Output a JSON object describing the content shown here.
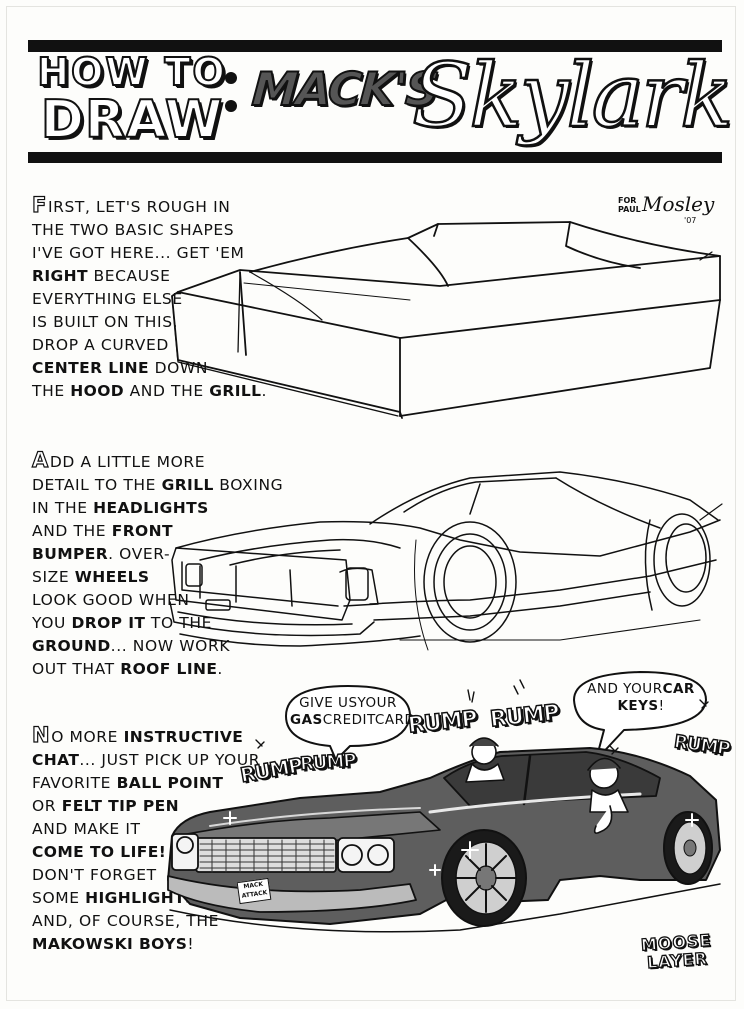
{
  "title": {
    "how_to": "HOW TO",
    "draw": "DRAW",
    "macks": "MACK'S",
    "skylark": "Skylark"
  },
  "signature": {
    "for": "FOR",
    "recipient": "PAUL",
    "name": "Mosley",
    "year": "'07"
  },
  "step1": {
    "dropcap": "F",
    "lines": [
      "IRST, LET'S ROUGH IN",
      "THE TWO BASIC SHAPES",
      "I'VE GOT HERE... GET 'EM",
      "{RIGHT} BECAUSE",
      "EVERYTHING ELSE",
      "IS BUILT ON THIS.",
      "DROP A CURVED",
      "{CENTER LINE} DOWN",
      "THE {HOOD} AND THE {GRILL}."
    ]
  },
  "step2": {
    "dropcap": "A",
    "lines": [
      "DD A LITTLE MORE",
      "DETAIL TO THE {GRILL} BOXING",
      "IN THE {HEADLIGHTS}",
      "AND THE {FRONT}",
      "{BUMPER}. OVER-",
      "SIZE {WHEELS}",
      "LOOK GOOD WHEN",
      "YOU {DROP IT} TO THE",
      "{GROUND}... NOW WORK",
      "OUT THAT {ROOF LINE}."
    ]
  },
  "step3": {
    "dropcap": "N",
    "lines": [
      "O MORE {INSTRUCTIVE}",
      "{CHAT}... JUST PICK UP YOUR",
      "FAVORITE {BALL POINT}",
      "OR {FELT TIP PEN}",
      "AND MAKE IT",
      "{COME TO LIFE!}",
      "DON'T FORGET",
      "SOME {HIGHLIGHTS}",
      "AND, OF COURSE, THE",
      "{MAKOWSKI BOYS}!"
    ]
  },
  "bubbles": {
    "left": [
      "GIVE US",
      "YOUR {GAS}",
      "CREDITCARD..."
    ],
    "right": [
      "AND YOUR",
      "{CAR KEYS}!"
    ]
  },
  "sound_effects": [
    "RUMP",
    "RUMP",
    "RUMP",
    "RUMP",
    "RUMP"
  ],
  "license_plate": [
    "MACK",
    "ATTACK"
  ],
  "logo": [
    "MOOSE",
    "LAYER"
  ],
  "colors": {
    "ink": "#111111",
    "paper": "#fdfdfb",
    "car_body": "#5e5e5e"
  }
}
